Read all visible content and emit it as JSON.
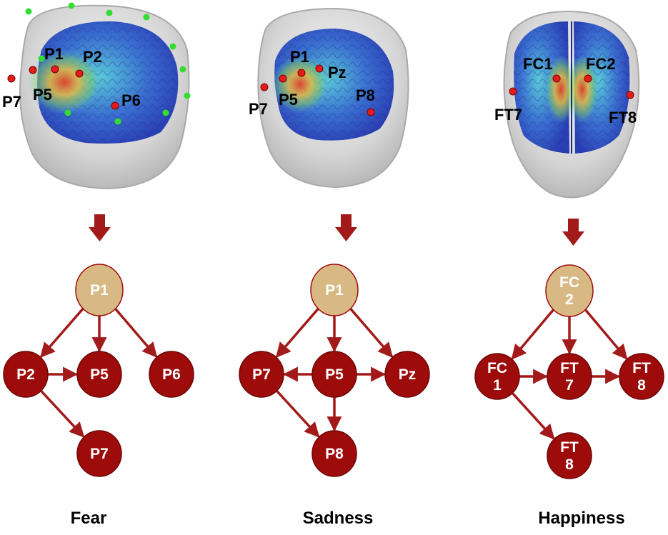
{
  "colors": {
    "root_node": "#D8B984",
    "child_node": "#9E0B0B",
    "arrow": "#A31A1A",
    "electrode": "#E31B1B",
    "extra_electrode": "#33DD33"
  },
  "panels": [
    {
      "id": "fear",
      "caption": "Fear",
      "electrodes": [
        "P1",
        "P2",
        "P5",
        "P6",
        "P7"
      ],
      "graph": {
        "root": {
          "id": "root",
          "lines": [
            "P1"
          ]
        },
        "nodes": [
          {
            "id": "a",
            "lines": [
              "P2"
            ]
          },
          {
            "id": "b",
            "lines": [
              "P5"
            ]
          },
          {
            "id": "c",
            "lines": [
              "P6"
            ]
          },
          {
            "id": "d",
            "lines": [
              "P7"
            ]
          }
        ],
        "edges": [
          [
            "root",
            "a"
          ],
          [
            "root",
            "b"
          ],
          [
            "root",
            "c"
          ],
          [
            "a",
            "b"
          ],
          [
            "a",
            "d"
          ]
        ]
      }
    },
    {
      "id": "sadness",
      "caption": "Sadness",
      "electrodes": [
        "P1",
        "Pz",
        "P8",
        "P7",
        "P5"
      ],
      "graph": {
        "root": {
          "id": "root",
          "lines": [
            "P1"
          ]
        },
        "nodes": [
          {
            "id": "a",
            "lines": [
              "P7"
            ]
          },
          {
            "id": "b",
            "lines": [
              "P5"
            ]
          },
          {
            "id": "c",
            "lines": [
              "Pz"
            ]
          },
          {
            "id": "d",
            "lines": [
              "P8"
            ]
          }
        ],
        "edges": [
          [
            "root",
            "a"
          ],
          [
            "root",
            "b"
          ],
          [
            "root",
            "c"
          ],
          [
            "b",
            "a"
          ],
          [
            "b",
            "c"
          ],
          [
            "b",
            "d"
          ],
          [
            "a",
            "d"
          ]
        ]
      }
    },
    {
      "id": "happiness",
      "caption": "Happiness",
      "electrodes": [
        "FC1",
        "FC2",
        "FT7",
        "FT8"
      ],
      "graph": {
        "root": {
          "id": "root",
          "lines": [
            "FC",
            "2"
          ]
        },
        "nodes": [
          {
            "id": "a",
            "lines": [
              "FC",
              "1"
            ]
          },
          {
            "id": "b",
            "lines": [
              "FT",
              "7"
            ]
          },
          {
            "id": "c",
            "lines": [
              "FT",
              "8"
            ]
          },
          {
            "id": "d",
            "lines": [
              "FT",
              "8"
            ]
          }
        ],
        "edges": [
          [
            "root",
            "a"
          ],
          [
            "root",
            "b"
          ],
          [
            "root",
            "c"
          ],
          [
            "a",
            "b"
          ],
          [
            "b",
            "c"
          ],
          [
            "a",
            "d"
          ]
        ]
      }
    }
  ]
}
